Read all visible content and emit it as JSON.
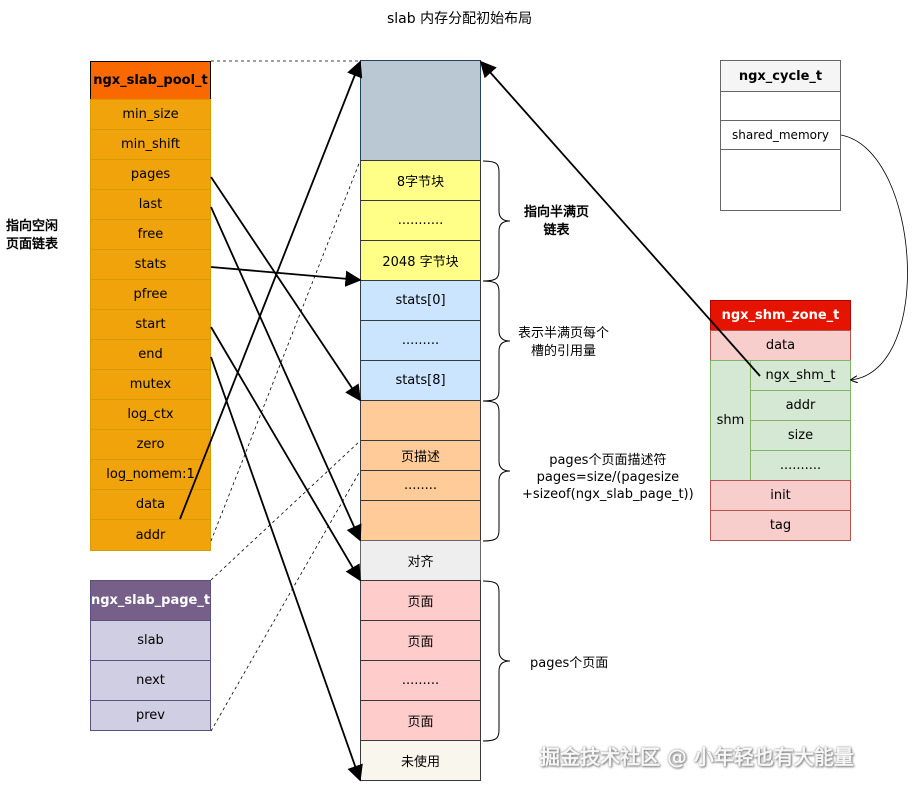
{
  "title": "slab 内存分配初始布局",
  "pool": {
    "header": "ngx_slab_pool_t",
    "fields": [
      "min_size",
      "min_shift",
      "pages",
      "last",
      "free",
      "stats",
      "pfree",
      "start",
      "end",
      "mutex",
      "log_ctx",
      "zero",
      "log_nomem:1",
      "data",
      "addr"
    ]
  },
  "page_struct": {
    "header": "ngx_slab_page_t",
    "fields": [
      "slab",
      "next",
      "prev"
    ]
  },
  "memory": {
    "slots": [
      "8字节块",
      "...........",
      "2048 字节块"
    ],
    "stats": [
      "stats[0]",
      ".........",
      "stats[8]"
    ],
    "page_desc": [
      "页描述",
      "........"
    ],
    "align": "对齐",
    "pages": [
      "页面",
      "页面",
      ".........",
      "页面"
    ],
    "unused": "未使用"
  },
  "annotations": {
    "left_free": "指向空闲\n页面链表",
    "slots": "指向半满页\n链表",
    "stats": "表示半满页每个\n槽的引用量",
    "page_desc": "pages个页面描述符\npages=size/(pagesize\n+sizeof(ngx_slab_page_t))",
    "pages": "pages个页面"
  },
  "cycle": {
    "header": "ngx_cycle_t",
    "field": "shared_memory"
  },
  "shm_zone": {
    "header": "ngx_shm_zone_t",
    "data": "data",
    "shm_label": "shm",
    "shm_fields": [
      "ngx_shm_t",
      "addr",
      "size",
      ".........."
    ],
    "init": "init",
    "tag": "tag"
  },
  "watermark": "掘金技术社区 @ 小年轻也有大能量",
  "colors": {
    "pool_header": "#fa6800",
    "pool_body": "#f0a30a",
    "page_header": "#76608a",
    "page_body": "#d0cee2",
    "slot_yellow": "#ffff88",
    "stats_blue": "#cce5ff",
    "desc_orange": "#ffcc99",
    "align_gray": "#eeeeee",
    "page_red": "#ffcccc",
    "unused": "#f9f7ed",
    "top_block": "#bac8d3",
    "shm_header": "#e51400",
    "shm_red": "#f8cecc",
    "shm_green": "#d5e8d4",
    "cycle_header": "#f5f5f5"
  }
}
